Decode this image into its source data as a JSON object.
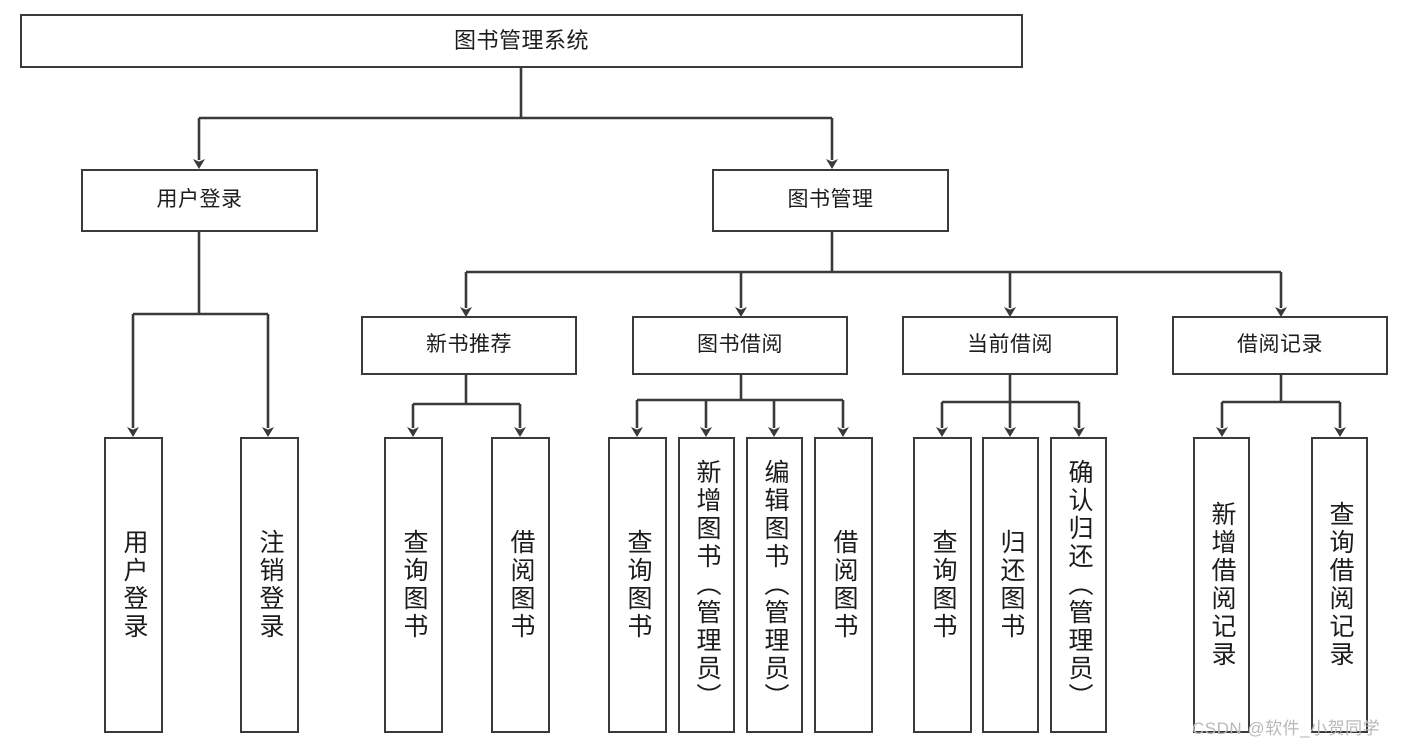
{
  "diagram": {
    "type": "tree-hierarchy",
    "title": "图书管理系统",
    "orientation": "top-down",
    "colors": {
      "box_stroke": "#3a3a3a",
      "box_fill": "#ffffff",
      "connector": "#3a3a3a",
      "text": "#1c1c1c",
      "watermark": "#b9b9b9"
    },
    "levels": [
      {
        "level": 1,
        "nodes": [
          {
            "id": "root",
            "label": "图书管理系统",
            "orientation": "horizontal"
          }
        ]
      },
      {
        "level": 2,
        "nodes": [
          {
            "id": "user-login",
            "label": "用户登录",
            "orientation": "horizontal",
            "parent": "root"
          },
          {
            "id": "book-admin",
            "label": "图书管理",
            "orientation": "horizontal",
            "parent": "root"
          }
        ]
      },
      {
        "level": 3,
        "nodes": [
          {
            "id": "new-book-rec",
            "label": "新书推荐",
            "orientation": "horizontal",
            "parent": "book-admin"
          },
          {
            "id": "book-borrow",
            "label": "图书借阅",
            "orientation": "horizontal",
            "parent": "book-admin"
          },
          {
            "id": "current-borrow",
            "label": "当前借阅",
            "orientation": "horizontal",
            "parent": "book-admin"
          },
          {
            "id": "borrow-record",
            "label": "借阅记录",
            "orientation": "horizontal",
            "parent": "book-admin"
          }
        ]
      },
      {
        "level": 4,
        "nodes": [
          {
            "id": "leaf-user-login",
            "label": "用户登录",
            "orientation": "vertical",
            "parent": "user-login"
          },
          {
            "id": "leaf-logout",
            "label": "注销登录",
            "orientation": "vertical",
            "parent": "user-login"
          },
          {
            "id": "leaf-query-book-1",
            "label": "查询图书",
            "orientation": "vertical",
            "parent": "new-book-rec"
          },
          {
            "id": "leaf-borrow-book-1",
            "label": "借阅图书",
            "orientation": "vertical",
            "parent": "new-book-rec"
          },
          {
            "id": "leaf-query-book-2",
            "label": "查询图书",
            "orientation": "vertical",
            "parent": "book-borrow"
          },
          {
            "id": "leaf-add-book",
            "label": "新增图书（管理员）",
            "orientation": "vertical",
            "parent": "book-borrow"
          },
          {
            "id": "leaf-edit-book",
            "label": "编辑图书（管理员）",
            "orientation": "vertical",
            "parent": "book-borrow"
          },
          {
            "id": "leaf-borrow-book-2",
            "label": "借阅图书",
            "orientation": "vertical",
            "parent": "book-borrow"
          },
          {
            "id": "leaf-query-book-3",
            "label": "查询图书",
            "orientation": "vertical",
            "parent": "current-borrow"
          },
          {
            "id": "leaf-return-book",
            "label": "归还图书",
            "orientation": "vertical",
            "parent": "current-borrow"
          },
          {
            "id": "leaf-confirm-return",
            "label": "确认归还（管理员）",
            "orientation": "vertical",
            "parent": "current-borrow"
          },
          {
            "id": "leaf-add-record",
            "label": "新增借阅记录",
            "orientation": "vertical",
            "parent": "borrow-record"
          },
          {
            "id": "leaf-query-record",
            "label": "查询借阅记录",
            "orientation": "vertical",
            "parent": "borrow-record"
          }
        ]
      }
    ]
  },
  "watermark": {
    "text": "CSDN @软件_小贺同学"
  }
}
